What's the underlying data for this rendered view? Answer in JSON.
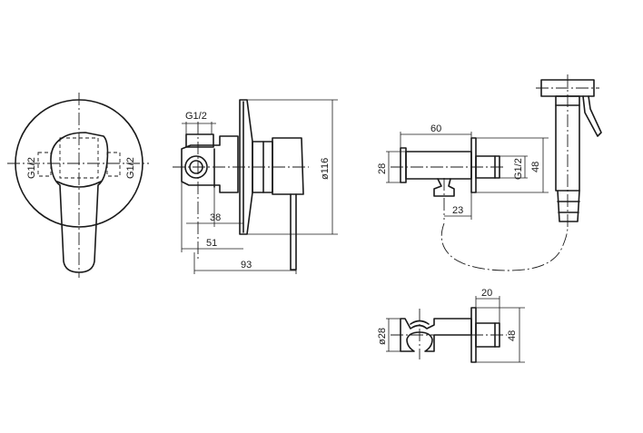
{
  "colors": {
    "line": "#1a1a1a",
    "background": "#ffffff"
  },
  "views": {
    "front": {
      "labels": {
        "thread_left": "G1/2",
        "thread_right": "G1/2"
      }
    },
    "side": {
      "labels": {
        "thread_top": "G1/2",
        "diameter": "ø116",
        "depth_38": "38",
        "depth_51": "51",
        "total_93": "93"
      }
    },
    "holder_side": {
      "labels": {
        "length_60": "60",
        "height_28": "28",
        "thread": "G1/2",
        "height_48": "48",
        "offset_23": "23"
      }
    },
    "holder_top": {
      "labels": {
        "width_20": "20",
        "diameter_28": "ø28",
        "height_48": "48"
      }
    }
  }
}
